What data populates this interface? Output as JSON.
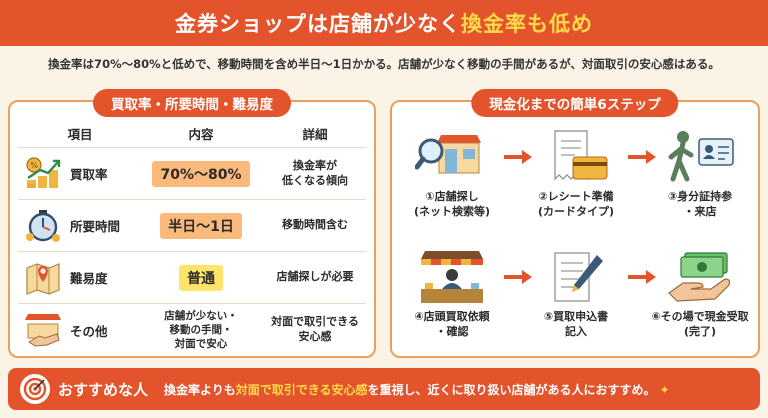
{
  "header": {
    "title_pre": "金券ショップは店舗が少なく",
    "title_accent": "換金率も低め"
  },
  "summary": "換金率は70%〜80%と低めで、移動時間を含め半日〜1日かかる。店舗が少なく移動の手間があるが、対面取引の安心感はある。",
  "table_panel": {
    "title": "買取率・所要時間・難易度",
    "headers": [
      "項目",
      "内容",
      "詳細"
    ],
    "rows": [
      {
        "icon": "money-growth-icon",
        "label": "買取率",
        "content": "70%〜80%",
        "detail": "換金率が\n低くなる傾向"
      },
      {
        "icon": "stopwatch-icon",
        "label": "所要時間",
        "content": "半日〜1日",
        "detail": "移動時間含む"
      },
      {
        "icon": "map-pin-icon",
        "label": "難易度",
        "content": "普通",
        "detail": "店舗探しが必要"
      },
      {
        "icon": "shop-handshake-icon",
        "label": "その他",
        "content": "店舗が少ない・\n移動の手間・\n対面で安心",
        "detail": "対面で取引できる\n安心感"
      }
    ]
  },
  "steps_panel": {
    "title": "現金化までの簡単6ステップ",
    "steps": [
      {
        "icon": "store-search-icon",
        "label": "①店舗探し\n(ネット検索等)"
      },
      {
        "icon": "receipt-card-icon",
        "label": "②レシート準備\n(カードタイプ)"
      },
      {
        "icon": "walking-id-icon",
        "label": "③身分証持参\n・来店"
      },
      {
        "icon": "shop-counter-icon",
        "label": "④店頭買取依頼\n・確認"
      },
      {
        "icon": "form-pen-icon",
        "label": "⑤買取申込書\n記入"
      },
      {
        "icon": "cash-hand-icon",
        "label": "⑥その場で現金受取\n(完了)"
      }
    ]
  },
  "footer": {
    "label": "おすすめな人",
    "text_pre": "換金率よりも",
    "text_em": "対面で取引できる安心感",
    "text_post": "を重視し、近くに取り扱い店舗がある人におすすめ。"
  },
  "colors": {
    "accent": "#e4542c",
    "highlight_orange": "#fbb97c",
    "highlight_yellow": "#ffe46a",
    "gold": "#ffd94a"
  }
}
